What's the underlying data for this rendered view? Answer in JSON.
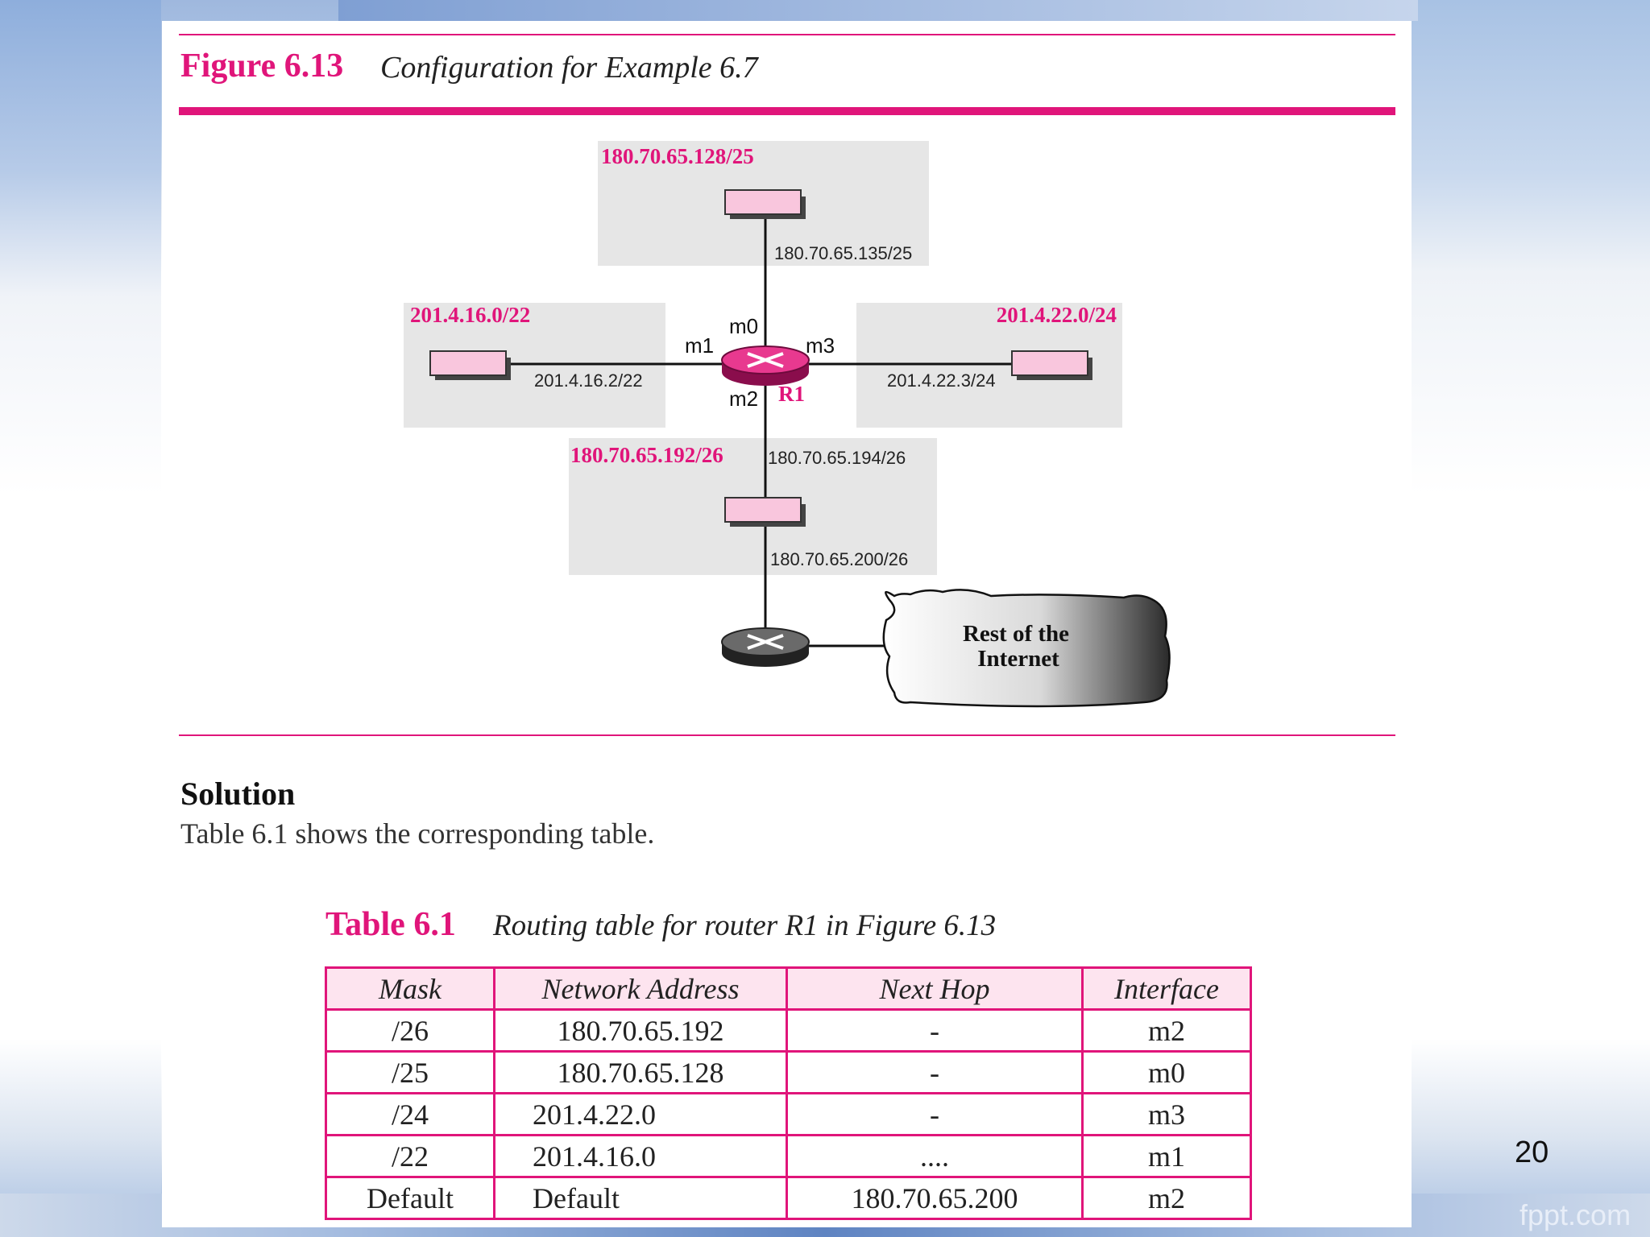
{
  "figure": {
    "number": "Figure 6.13",
    "caption": "Configuration for Example 6.7"
  },
  "diagram": {
    "networks": {
      "top": "180.70.65.128/25",
      "left": "201.4.16.0/22",
      "right": "201.4.22.0/24",
      "bottom": "180.70.65.192/26"
    },
    "addresses": {
      "top_link": "180.70.65.135/25",
      "left_link": "201.4.16.2/22",
      "right_link": "201.4.22.3/24",
      "bottom_upper": "180.70.65.194/26",
      "bottom_lower": "180.70.65.200/26"
    },
    "interfaces": {
      "m0": "m0",
      "m1": "m1",
      "m2": "m2",
      "m3": "m3"
    },
    "router_label": "R1",
    "cloud_line1": "Rest of the",
    "cloud_line2": "Internet",
    "colors": {
      "accent": "#e0157a",
      "host_fill": "#f9c6dd",
      "area_fill": "#e6e6e6"
    }
  },
  "solution": {
    "heading": "Solution",
    "text": "Table 6.1 shows the corresponding table."
  },
  "table": {
    "number": "Table 6.1",
    "caption": "Routing table for router R1 in Figure 6.13",
    "headers": [
      "Mask",
      "Network Address",
      "Next Hop",
      "Interface"
    ],
    "rows": [
      [
        "/26",
        "180.70.65.192",
        "-",
        "m2"
      ],
      [
        "/25",
        "180.70.65.128",
        "-",
        "m0"
      ],
      [
        "/24",
        "201.4.22.0",
        "-",
        "m3"
      ],
      [
        "/22",
        "201.4.16.0",
        "....",
        "m1"
      ],
      [
        "Default",
        "Default",
        "180.70.65.200",
        "m2"
      ]
    ]
  },
  "page_number": "20",
  "watermark": "fppt.com"
}
